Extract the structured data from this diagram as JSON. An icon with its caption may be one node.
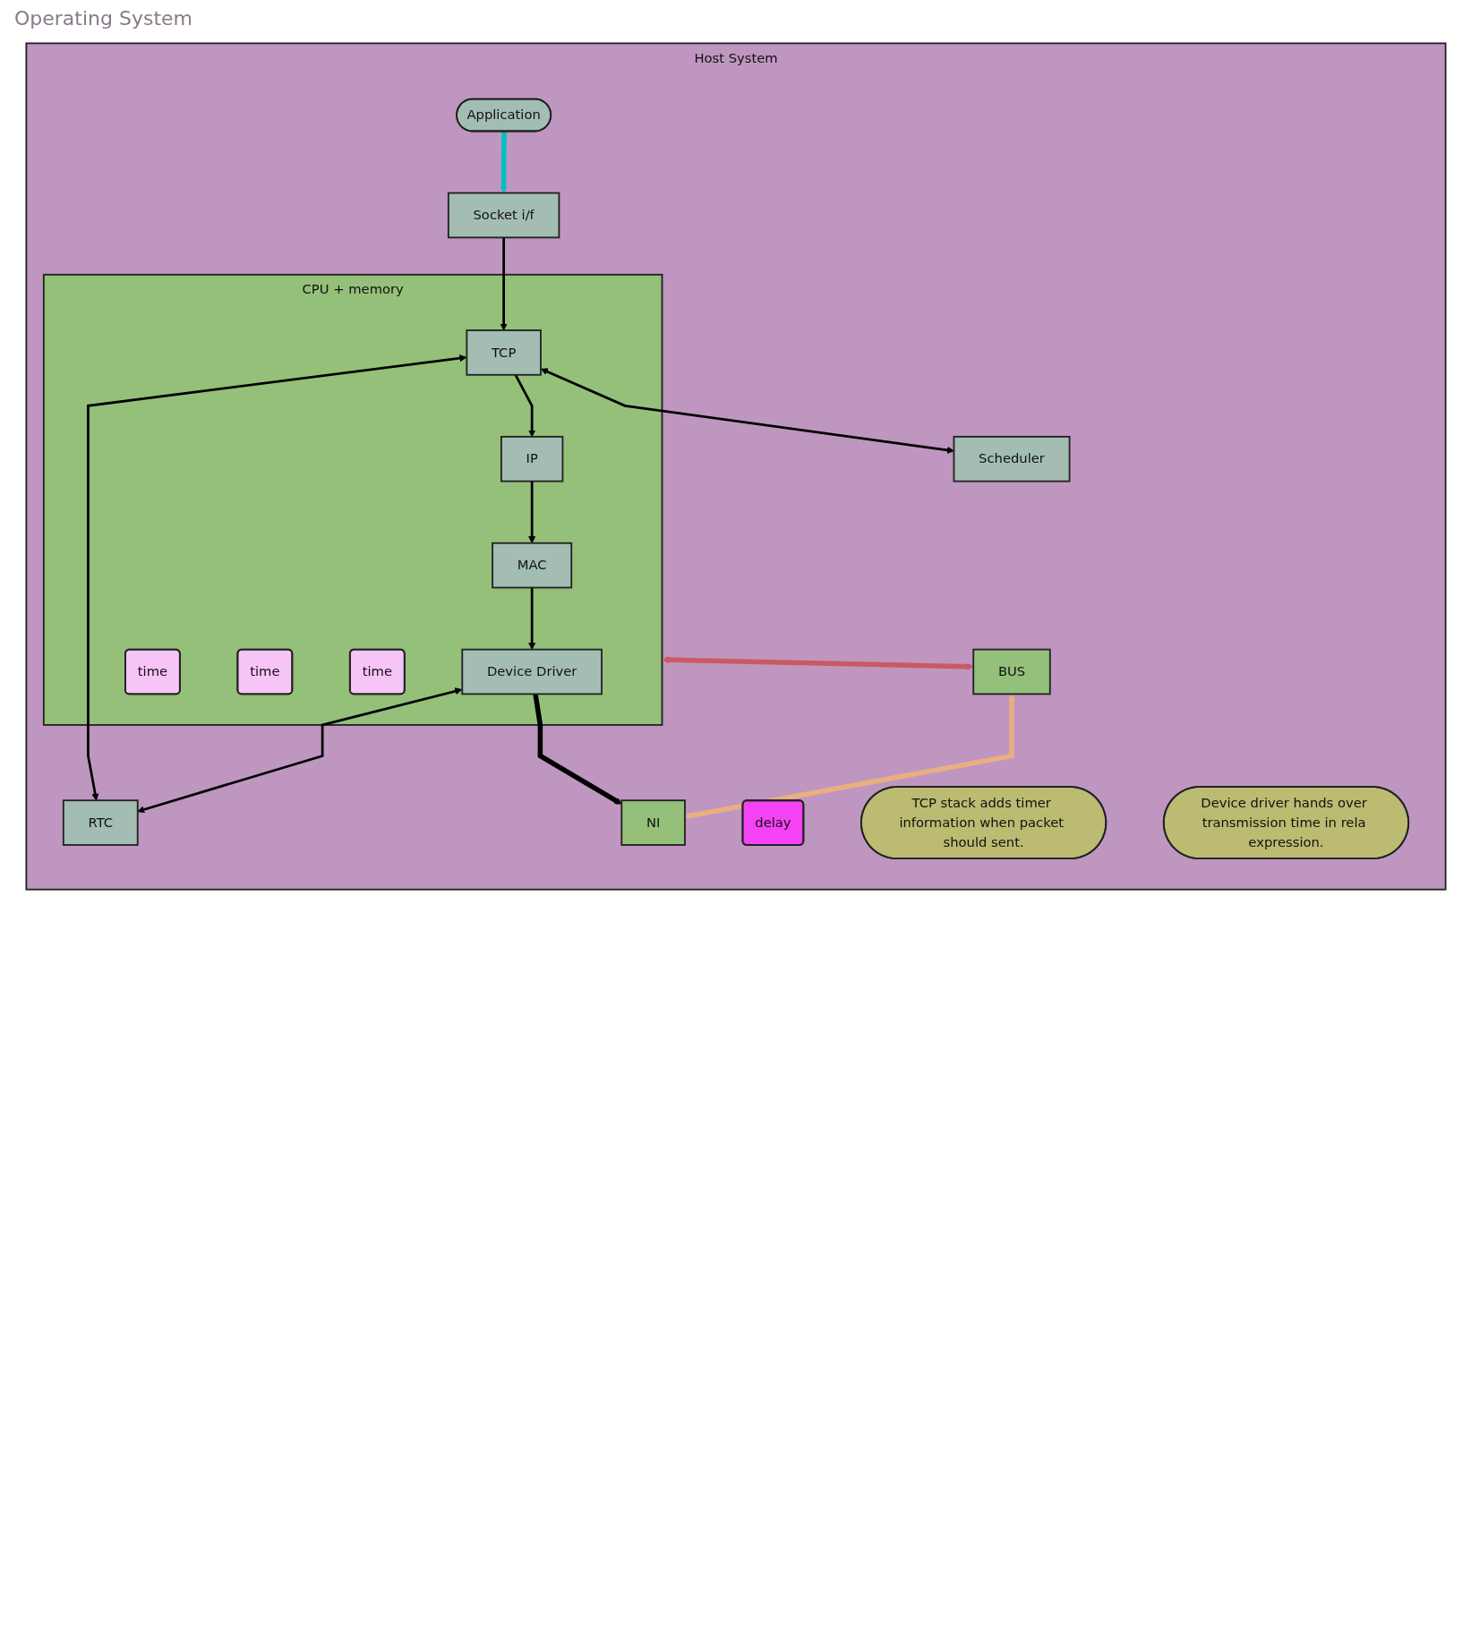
{
  "diagram": {
    "nodes": [
      {
        "text": [
          "Host System"
        ]
      },
      {
        "text": [
          "Application"
        ],
        "in": 0
      },
      {
        "text": [
          "CPU + memory"
        ],
        "in": 0
      },
      {
        "text": [
          "Socket i/f"
        ],
        "in": 0
      },
      {
        "text": [
          "TCP"
        ],
        "in": 2
      },
      {
        "text": [
          "Scheduler"
        ],
        "in": 0
      },
      {
        "text": [
          "RTC"
        ],
        "in": 0
      },
      {
        "text": [
          "IP"
        ],
        "in": 2
      },
      {
        "text": [
          "MAC"
        ],
        "in": 2
      },
      {
        "text": [
          "Device Driver"
        ],
        "in": 2
      },
      {
        "text": [
          "time"
        ],
        "in": 2
      },
      {
        "text": [
          "time"
        ],
        "in": 2
      },
      {
        "text": [
          "time"
        ],
        "in": 2
      },
      {
        "text": [
          "BUS"
        ],
        "in": 0
      },
      {
        "text": [
          "NI"
        ],
        "in": 0
      },
      {
        "text": [
          "delay"
        ],
        "in": 0
      },
      {
        "text": [
          "TCP stack adds timer information when packet should sent."
        ],
        "in": 0
      },
      {
        "text": [
          "Device driver hands over transmission time in rela expression."
        ],
        "in": 0
      }
    ],
    "edges": [
      {
        "from": 1,
        "to": 3,
        "arrow": "to",
        "style": "thick",
        "color": "#00c0c0"
      },
      {
        "from": 3,
        "to": 4,
        "arrow": "to"
      },
      {
        "from": 4,
        "to": 5,
        "arrow": "both"
      },
      {
        "from": 4,
        "to": 6,
        "arrow": "both"
      },
      {
        "from": 4,
        "to": 7,
        "arrow": "to"
      },
      {
        "from": 7,
        "to": 8,
        "arrow": "to"
      },
      {
        "from": 8,
        "to": 9,
        "arrow": "to"
      },
      {
        "from": 9,
        "to": 6,
        "arrow": "both"
      },
      {
        "from": 9,
        "to": 14,
        "arrow": "to",
        "style": "thick"
      },
      {
        "from": 2,
        "to": 13,
        "arrow": "both",
        "style": "thick",
        "color": "#c85a64"
      },
      {
        "from": 13,
        "to": 14,
        "arrow": "both",
        "style": "thick",
        "color": "#e8b080"
      }
    ],
    "labels": [
      "Operating System"
    ]
  }
}
